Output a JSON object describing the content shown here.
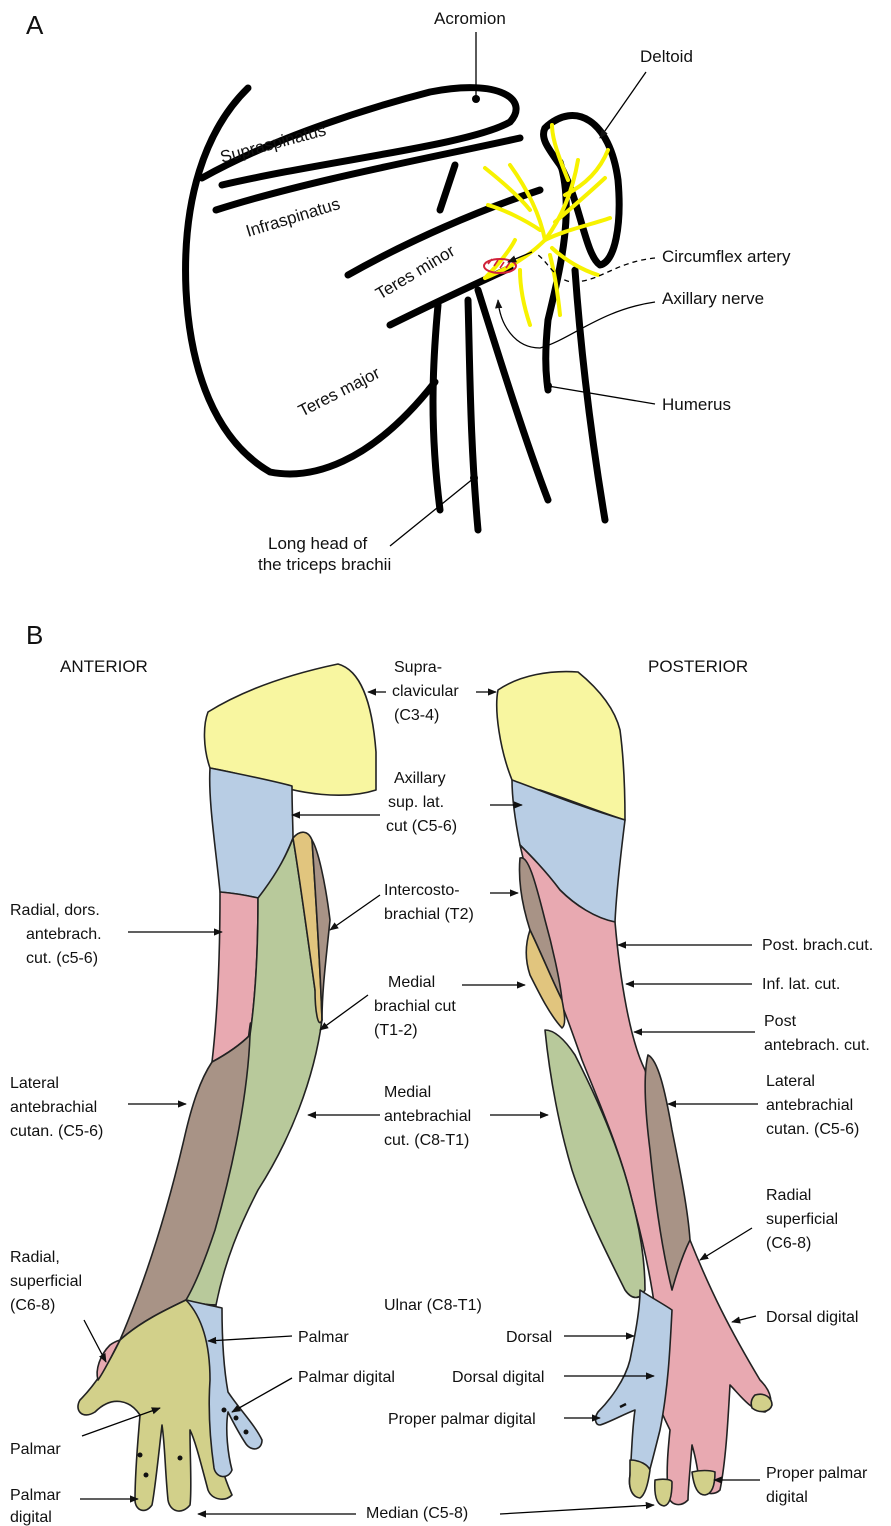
{
  "panels": {
    "a": {
      "letter": "A"
    },
    "b": {
      "letter": "B"
    }
  },
  "panel_a": {
    "acromion": "Acromion",
    "deltoid": "Deltoid",
    "supraspinatus": "Supraspinatus",
    "infraspinatus": "Infraspinatus",
    "teres_minor": "Teres minor",
    "teres_major": "Teres major",
    "circumflex_artery": "Circumflex artery",
    "axillary_nerve": "Axillary nerve",
    "humerus": "Humerus",
    "triceps_line1": "Long head of",
    "triceps_line2": "the triceps brachii"
  },
  "panel_b": {
    "anterior": "ANTERIOR",
    "posterior": "POSTERIOR",
    "supraclav": [
      "Supra-",
      "clavicular",
      "(C3-4)"
    ],
    "axillary": [
      "Axillary",
      "sup. lat.",
      "cut (C5-6)"
    ],
    "intercosto": [
      "Intercosto-",
      "brachial (T2)"
    ],
    "medial_brachial": [
      "Medial",
      "brachial cut",
      "(T1-2)"
    ],
    "medial_antebrachial": [
      "Medial",
      "antebrachial",
      "cut. (C8-T1)"
    ],
    "ulnar": "Ulnar (C8-T1)",
    "median": "Median (C5-8)",
    "radial_dors": [
      "Radial, dors.",
      "antebrach.",
      "cut. (c5-6)"
    ],
    "lateral_left": [
      "Lateral",
      "antebrachial",
      "cutan. (C5-6)"
    ],
    "radial_sup_left": [
      "Radial,",
      "superficial",
      "(C6-8)"
    ],
    "palmar_left": "Palmar",
    "palmar_digital_bottom": [
      "Palmar",
      "digital"
    ],
    "palmar_center": "Palmar",
    "palmar_digital_center": "Palmar digital",
    "dorsal": "Dorsal",
    "dorsal_digital_center": "Dorsal digital",
    "proper_palmar_center": "Proper palmar digital",
    "post_brach": "Post. brach.cut.",
    "inf_lat": "Inf. lat. cut.",
    "post_antebrach": [
      "Post",
      "antebrach. cut."
    ],
    "lateral_right": [
      "Lateral",
      "antebrachial",
      "cutan. (C5-6)"
    ],
    "radial_sup_right": [
      "Radial",
      "superficial",
      "(C6-8)"
    ],
    "dorsal_digital_right": "Dorsal digital",
    "proper_palmar_right": [
      "Proper palmar",
      "digital"
    ]
  },
  "colors": {
    "supraclavicular": "#f8f6a0",
    "axillary": "#b8cde4",
    "radial_posterior": "#e8a9b1",
    "intercostobrachial": "#a89386",
    "medial_brachial": "#e1c57e",
    "medial_antebrachial": "#b8c99b",
    "lateral_antebrachial": "#a89386",
    "median": "#d2d08a",
    "ulnar": "#b8cde4",
    "nerve": "#f7f200",
    "artery": "#d0213a"
  }
}
